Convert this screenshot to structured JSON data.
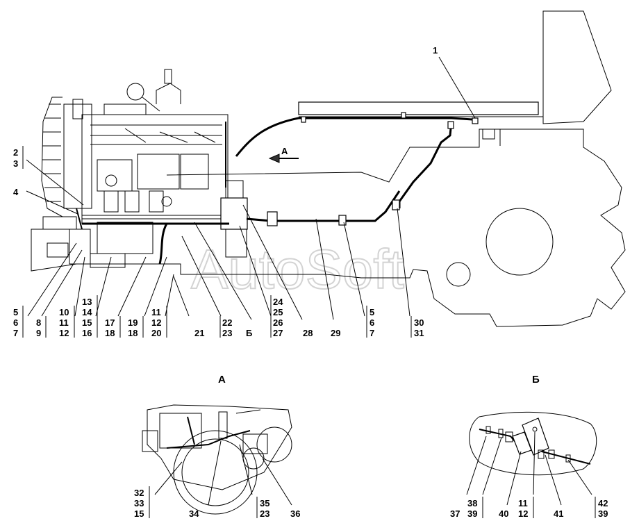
{
  "watermark": "AutoSoft",
  "view_titles": {
    "view_a": "А",
    "view_b": "Б"
  },
  "main_callouts": {
    "c1": "1",
    "c2_3": [
      "2",
      "3"
    ],
    "c4": "4",
    "c5_7a": [
      "5",
      "6",
      "7"
    ],
    "c8_9": [
      "8",
      "9"
    ],
    "c10_12": [
      "10",
      "11",
      "12"
    ],
    "c13_16": [
      "13",
      "14",
      "15",
      "16"
    ],
    "c17_18": [
      "17",
      "18"
    ],
    "c19_18": [
      "19",
      "18"
    ],
    "c11_20": [
      "11",
      "12",
      "20"
    ],
    "c21": "21",
    "c22_23": [
      "22",
      "23"
    ],
    "cB": "Б",
    "c24_27": [
      "24",
      "25",
      "26",
      "27"
    ],
    "c28": "28",
    "c29": "29",
    "c5_7b": [
      "5",
      "6",
      "7"
    ],
    "c30_31": [
      "30",
      "31"
    ],
    "arrowA": "А"
  },
  "view_a_callouts": {
    "c32": [
      "32",
      "33",
      "15"
    ],
    "c34": "34",
    "c35": [
      "35",
      "23"
    ],
    "c36": "36"
  },
  "view_b_callouts": {
    "c37": "37",
    "c38": [
      "38",
      "39"
    ],
    "c40": "40",
    "c11": [
      "11",
      "12"
    ],
    "c41": "41",
    "c42": [
      "42",
      "39"
    ]
  }
}
